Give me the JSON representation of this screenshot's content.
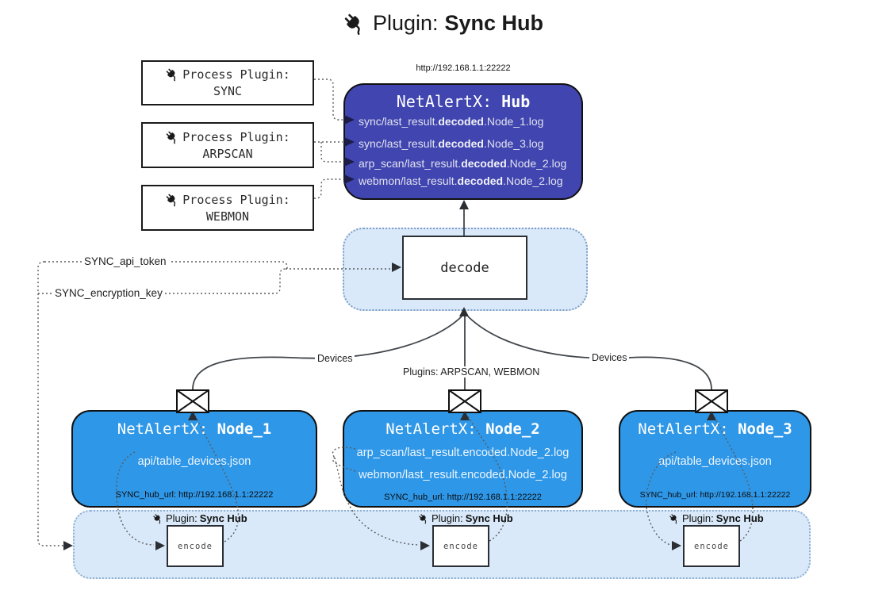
{
  "title": {
    "prefix": "Plugin: ",
    "bold": "Sync Hub"
  },
  "hub": {
    "url": "http://192.168.1.1:22222",
    "name_prefix": "NetAlertX: ",
    "name_bold": "Hub",
    "lines": [
      {
        "pre": "sync/last_result.",
        "bold": "decoded",
        "post": ".Node_1.log"
      },
      {
        "pre": "sync/last_result.",
        "bold": "decoded",
        "post": ".Node_3.log"
      },
      {
        "pre": "arp_scan/last_result.",
        "bold": "decoded",
        "post": ".Node_2.log"
      },
      {
        "pre": "webmon/last_result.",
        "bold": "decoded",
        "post": ".Node_2.log"
      }
    ]
  },
  "process_plugins": [
    {
      "label": "Process Plugin:",
      "name": "SYNC"
    },
    {
      "label": "Process Plugin:",
      "name": "ARPSCAN"
    },
    {
      "label": "Process Plugin:",
      "name": "WEBMON"
    }
  ],
  "decode_label": "decode",
  "settings": {
    "api_token": "SYNC_api_token",
    "encryption_key": "SYNC_encryption_key"
  },
  "edge_labels": {
    "devices_left": "Devices",
    "devices_right": "Devices",
    "plugins_mid": "Plugins: ARPSCAN, WEBMON"
  },
  "nodes": [
    {
      "name_prefix": "NetAlertX: ",
      "name_bold": "Node_1",
      "lines": [
        "api/table_devices.json"
      ],
      "hub_url": "SYNC_hub_url: http://192.168.1.1:22222"
    },
    {
      "name_prefix": "NetAlertX: ",
      "name_bold": "Node_2",
      "lines": [
        "arp_scan/last_result.encoded.Node_2.log",
        "webmon/last_result.encoded.Node_2.log"
      ],
      "hub_url": "SYNC_hub_url: http://192.168.1.1:22222"
    },
    {
      "name_prefix": "NetAlertX: ",
      "name_bold": "Node_3",
      "lines": [
        "api/table_devices.json"
      ],
      "hub_url": "SYNC_hub_url: http://192.168.1.1:22222"
    }
  ],
  "encoders": [
    {
      "plugin_prefix": "Plugin: ",
      "plugin_bold": "Sync Hub",
      "box": "encode"
    },
    {
      "plugin_prefix": "Plugin: ",
      "plugin_bold": "Sync Hub",
      "box": "encode"
    },
    {
      "plugin_prefix": "Plugin: ",
      "plugin_bold": "Sync Hub",
      "box": "encode"
    }
  ],
  "colors": {
    "hub_fill": "#4045b0",
    "node_fill": "#2e97e8",
    "container_fill": "#d9e9f9",
    "container_border": "#7d9ec6",
    "solid_line": "#41464b",
    "dotted_line": "#5a5a5a"
  }
}
